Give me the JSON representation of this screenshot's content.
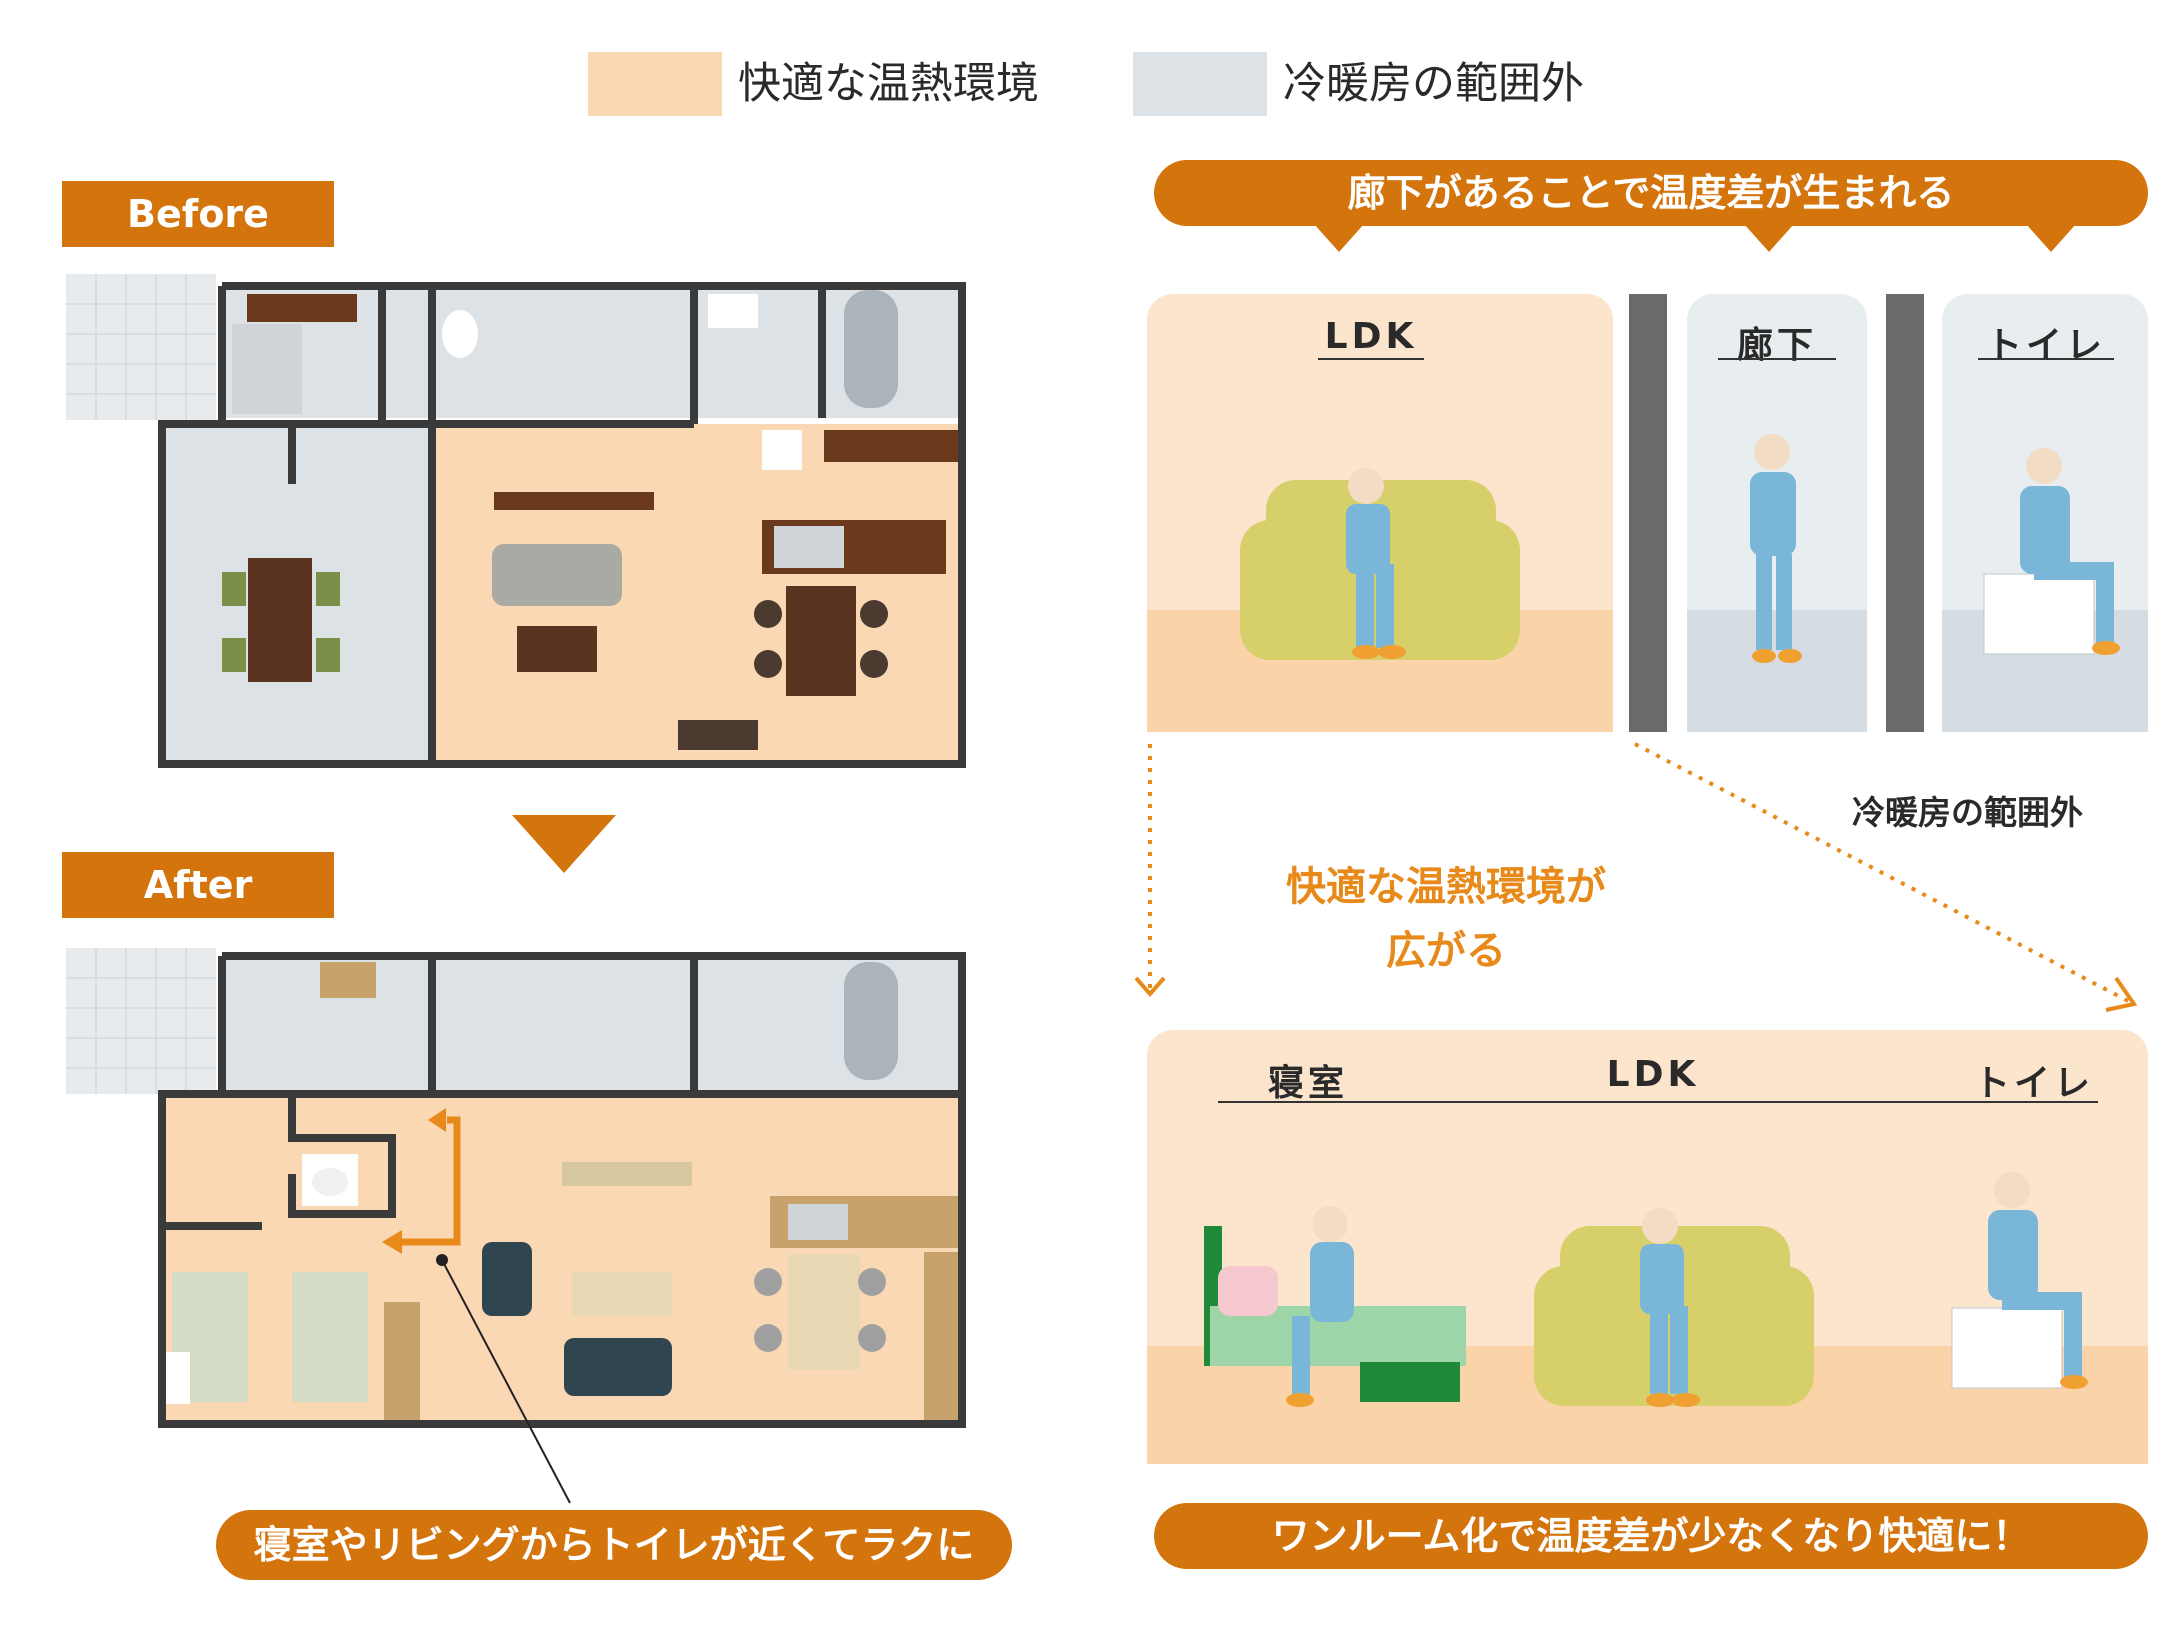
{
  "legend": {
    "comfort_label": "快適な温熱環境",
    "comfort_color": "#fbd8b4",
    "outside_label": "冷暖房の範囲外",
    "outside_color": "#dde2e6"
  },
  "before": {
    "tag": "Before"
  },
  "after": {
    "tag": "After",
    "caption": "寝室やリビングからトイレが近くてラクに"
  },
  "right_top": {
    "banner": "廊下があることで温度差が生まれる",
    "rooms": [
      "LDK",
      "廊下",
      "トイレ"
    ]
  },
  "middle": {
    "outside_note": "冷暖房の範囲外",
    "comfort_note_line1": "快適な温熱環境が",
    "comfort_note_line2": "広がる"
  },
  "right_bottom": {
    "rooms": [
      "寝室",
      "LDK",
      "トイレ"
    ],
    "banner": "ワンルーム化で温度差が少なくなり快適に！"
  },
  "colors": {
    "accent": "#d4740c",
    "arrow_orange": "#e88a1a",
    "wall": "#3a3a3a"
  }
}
